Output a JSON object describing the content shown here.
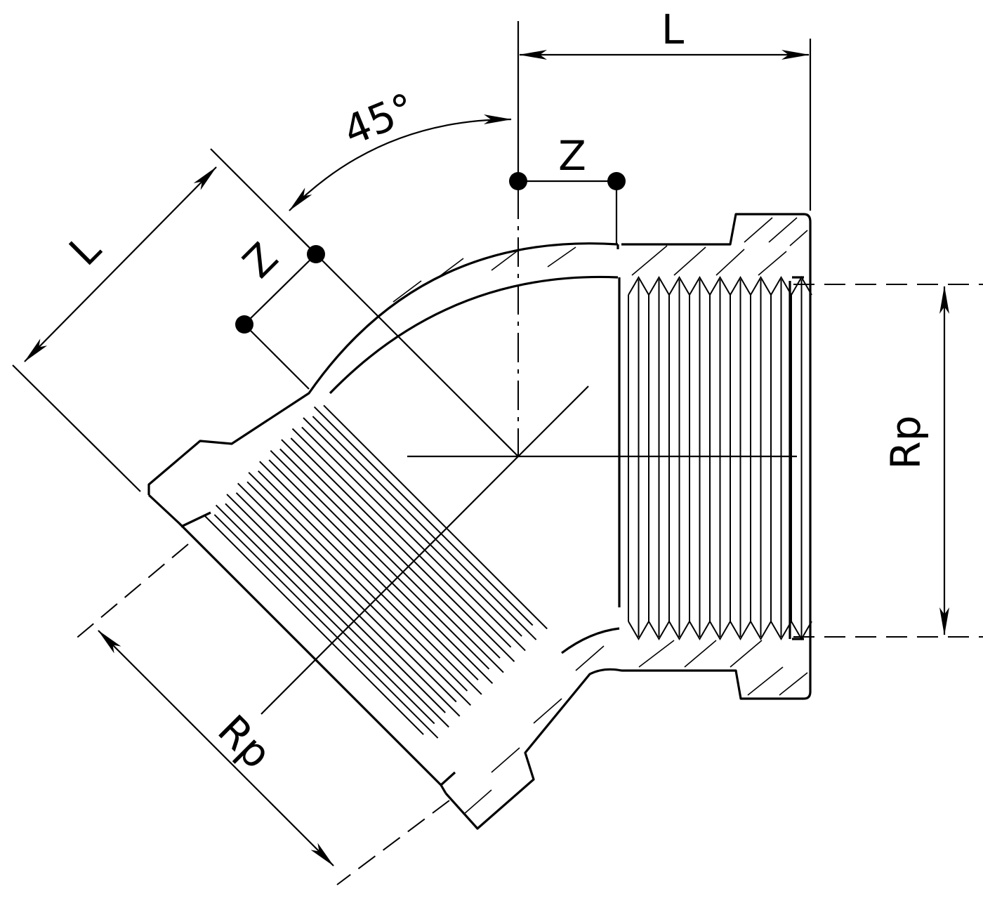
{
  "labels": {
    "angle": "45°",
    "length_right": "L",
    "length_left": "L",
    "z_right": "Z",
    "z_left": "Z",
    "thread_right": "Rp",
    "thread_left": "Rp"
  },
  "colors": {
    "line": "#000000",
    "background": "#ffffff"
  }
}
